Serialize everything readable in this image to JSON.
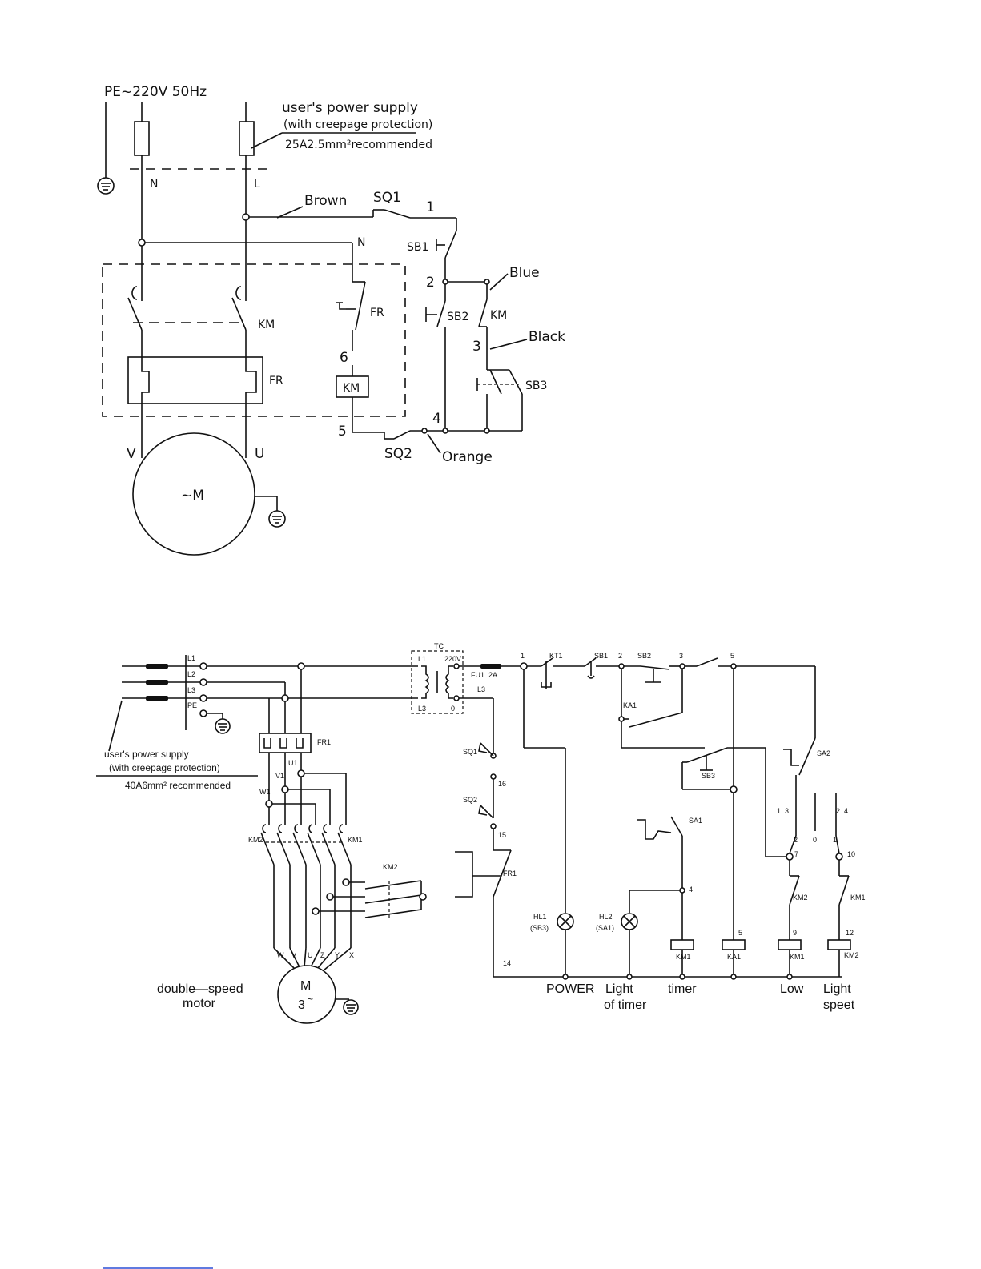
{
  "diagram1": {
    "supply_label": "PE~220V 50Hz",
    "user_supply": "user's power supply",
    "creepage": "(with creepage protection)",
    "cable_rec": "25A2.5mm²recommended",
    "N": "N",
    "L": "L",
    "N2": "N",
    "brown": "Brown",
    "blue": "Blue",
    "black": "Black",
    "orange": "Orange",
    "SQ1": "SQ1",
    "SQ2": "SQ2",
    "SB1": "SB1",
    "SB2": "SB2",
    "SB3": "SB3",
    "KM": "KM",
    "FR": "FR",
    "KM_contact": "KM",
    "FR_contact": "FR",
    "KM_coil": "KM",
    "n1": "1",
    "n2": "2",
    "n3": "3",
    "n4": "4",
    "n5": "5",
    "n6": "6",
    "V": "V",
    "U": "U",
    "motor": "~M"
  },
  "diagram2": {
    "TC": "TC",
    "tc_L1": "L1",
    "tc_220": "220V",
    "tc_L3": "L3",
    "tc_0": "0",
    "L1": "L1",
    "L2": "L2",
    "L3": "L3",
    "PE": "PE",
    "user_supply": "user's power supply",
    "creepage": "(with creepage protection)",
    "cable_rec": "40A6mm² recommended",
    "FR1": "FR1",
    "U1": "U1",
    "V1": "V1",
    "W1": "W1",
    "KM2": "KM2",
    "KM1": "KM1",
    "KM2_b": "KM2",
    "W": "W",
    "V": "V",
    "U": "U",
    "Z": "Z",
    "Y": "Y",
    "X": "X",
    "motor_M": "M",
    "motor_3": "3",
    "motor_tilde": "~",
    "double_speed": "double—speed",
    "motor": "motor",
    "FU1": "FU1",
    "FU_2A": "2A",
    "L3_ctrl": "L3",
    "n1": "1",
    "KT1": "KT1",
    "SB1": "SB1",
    "n2": "2",
    "SB2": "SB2",
    "n3": "3",
    "n5": "5",
    "KA1": "KA1",
    "SB3": "SB3",
    "SA2": "SA2",
    "SQ1": "SQ1",
    "n16": "16",
    "SQ2": "SQ2",
    "n15": "15",
    "FR1_ctrl": "FR1",
    "n14": "14",
    "HL1": "HL1",
    "HL1_sub": "(SB3)",
    "HL2": "HL2",
    "HL2_sub": "(SA1)",
    "SA1": "SA1",
    "n4": "4",
    "KM1_coil": "KM1",
    "KA1_coil": "KA1",
    "n5b": "5",
    "KM1_coil2": "KM1",
    "KM2_coil": "KM2",
    "pos13": "1. 3",
    "pos24": "2. 4",
    "sw2": "2",
    "sw0": "0",
    "sw1": "1",
    "n7": "7",
    "n10": "10",
    "KM2_nc": "KM2",
    "KM1_nc": "KM1",
    "n9": "9",
    "n12": "12",
    "power": "POWER",
    "light": "Light",
    "of_timer": "of  timer",
    "timer": "timer",
    "low": "Low",
    "light2": "Light",
    "speet": "speet"
  }
}
